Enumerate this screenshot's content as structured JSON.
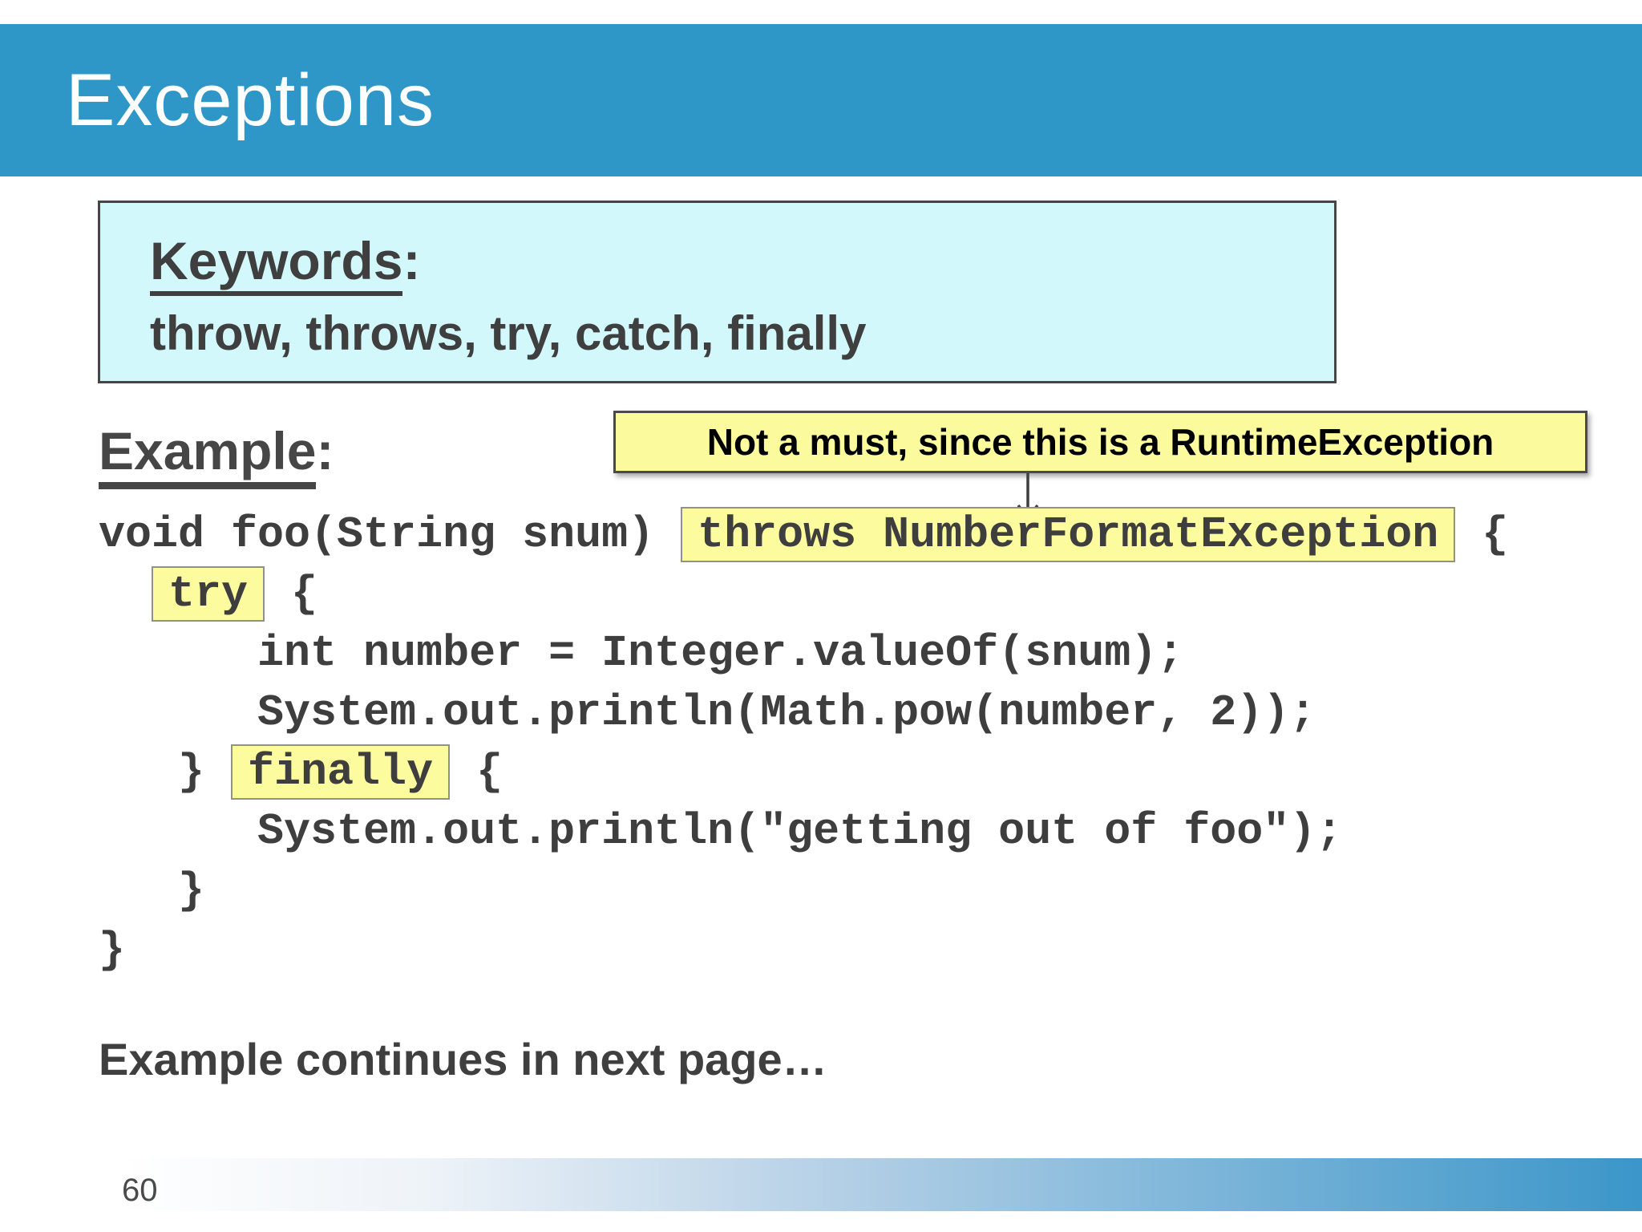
{
  "slide": {
    "title": "Exceptions",
    "page_number": "60",
    "keywords_panel": {
      "heading_word": "Keywords",
      "heading_suffix": ":",
      "body": "throw, throws, try, catch, finally"
    },
    "example_heading": {
      "word": "Example",
      "suffix": ":"
    },
    "callout": {
      "text": "Not a must, since this is a RuntimeException",
      "arrow_icon": "down-arrow"
    },
    "code": {
      "lines": [
        {
          "segments": [
            {
              "text": "void foo(String snum) "
            },
            {
              "text": "throws NumberFormatException",
              "highlight": true
            },
            {
              "text": " {"
            }
          ]
        },
        {
          "segments": [
            {
              "text": "  "
            },
            {
              "text": "try",
              "highlight": true
            },
            {
              "text": " {"
            }
          ]
        },
        {
          "segments": [
            {
              "text": "      int number = Integer.valueOf(snum);"
            }
          ]
        },
        {
          "segments": [
            {
              "text": "      System.out.println(Math.pow(number, 2));"
            }
          ]
        },
        {
          "segments": [
            {
              "text": "   } "
            },
            {
              "text": "finally",
              "highlight": true
            },
            {
              "text": " {"
            }
          ]
        },
        {
          "segments": [
            {
              "text": "      System.out.println(\"getting out of foo\");"
            }
          ]
        },
        {
          "segments": [
            {
              "text": "   }"
            }
          ]
        },
        {
          "segments": [
            {
              "text": "}"
            }
          ]
        }
      ]
    },
    "footer_note": "Example continues in next page…",
    "colors": {
      "header_blue": "#2e97c8",
      "panel_cyan": "#d2f8fb",
      "highlight_yellow": "#fcfc9f",
      "callout_yellow": "#fbfb9e",
      "text_gray": "#3f3f3f",
      "band_gradient_end": "#3b96c9"
    }
  }
}
